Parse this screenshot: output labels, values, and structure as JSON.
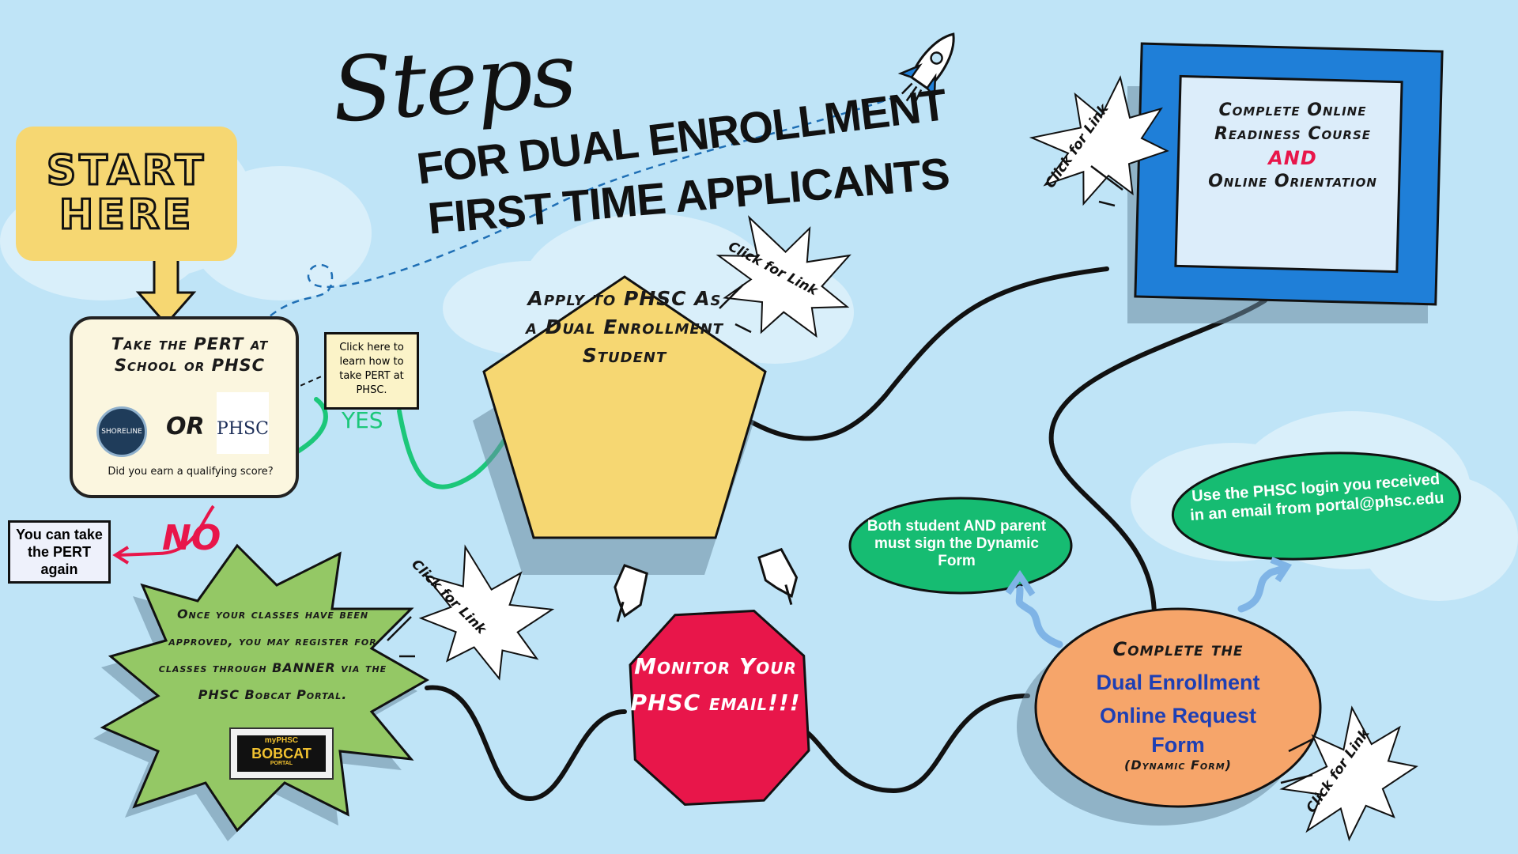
{
  "title": {
    "main": "Steps",
    "line1": "FOR DUAL ENROLLMENT",
    "line2": "FIRST TIME APPLICANTS"
  },
  "start": {
    "line1": "START",
    "line2": "HERE"
  },
  "pert": {
    "title": "Take the PERT at School or PHSC",
    "or": "OR",
    "question": "Did you earn a qualifying score?",
    "link_note": "Click here to learn how to take PERT at PHSC.",
    "yes": "YES",
    "no": "NO",
    "retake": "You can take the PERT again",
    "logo_shoreline": "SHORELINE",
    "logo_phsc": "PHSC"
  },
  "apply": {
    "text": "Apply to PHSC As a Dual Enrollment Student"
  },
  "course": {
    "line1": "Complete Online Readiness Course",
    "and": "AND",
    "line2": "Online Orientation"
  },
  "request": {
    "heading": "Complete the",
    "line1": "Dual Enrollment",
    "line2": "Online Request",
    "line3": "Form",
    "sub": "(Dynamic Form)"
  },
  "bubbles": {
    "sign": "Both student AND parent must sign the Dynamic Form",
    "login": "Use the PHSC login you received in an email from portal@phsc.edu"
  },
  "monitor": {
    "text": "Monitor Your PHSC email!!!"
  },
  "register": {
    "text": "Once your classes have been approved, you may register for classes through BANNER via the PHSC Bobcat Portal.",
    "badge_my": "myPHSC",
    "badge_name": "BOBCAT",
    "badge_portal": "PORTAL"
  },
  "links": {
    "label": "Click for Link"
  },
  "colors": {
    "background": "#bfe4f7",
    "yellow": "#f6d772",
    "blue_frame": "#1f7fd8",
    "green_star": "#94c865",
    "red_octagon": "#e8164a",
    "orange_oval": "#f6a56a",
    "green_bubble": "#16bc72",
    "yes_line": "#1cc77a"
  }
}
